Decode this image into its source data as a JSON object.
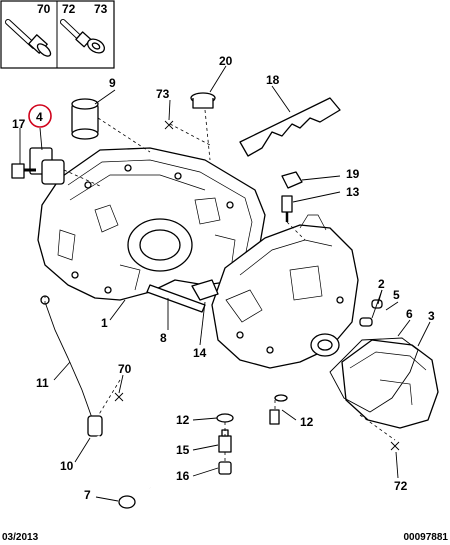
{
  "legend_box": {
    "cells": [
      {
        "id": "box-70",
        "label": "70"
      },
      {
        "id": "box-72",
        "label": "72"
      },
      {
        "id": "box-73",
        "label": "73"
      }
    ]
  },
  "callouts": [
    {
      "id": "17",
      "label": "17"
    },
    {
      "id": "4",
      "label": "4",
      "highlight_color": "#d0021b"
    },
    {
      "id": "9",
      "label": "9"
    },
    {
      "id": "20",
      "label": "20"
    },
    {
      "id": "73",
      "label": "73"
    },
    {
      "id": "18",
      "label": "18"
    },
    {
      "id": "19",
      "label": "19"
    },
    {
      "id": "13",
      "label": "13"
    },
    {
      "id": "2",
      "label": "2"
    },
    {
      "id": "5",
      "label": "5"
    },
    {
      "id": "6",
      "label": "6"
    },
    {
      "id": "3",
      "label": "3"
    },
    {
      "id": "1",
      "label": "1"
    },
    {
      "id": "8",
      "label": "8"
    },
    {
      "id": "14",
      "label": "14"
    },
    {
      "id": "11",
      "label": "11"
    },
    {
      "id": "70",
      "label": "70"
    },
    {
      "id": "12a",
      "label": "12"
    },
    {
      "id": "12b",
      "label": "12"
    },
    {
      "id": "15",
      "label": "15"
    },
    {
      "id": "16",
      "label": "16"
    },
    {
      "id": "10",
      "label": "10"
    },
    {
      "id": "7",
      "label": "7"
    },
    {
      "id": "72",
      "label": "72"
    }
  ],
  "footer": {
    "date": "03/2013",
    "reference": "00097881"
  }
}
